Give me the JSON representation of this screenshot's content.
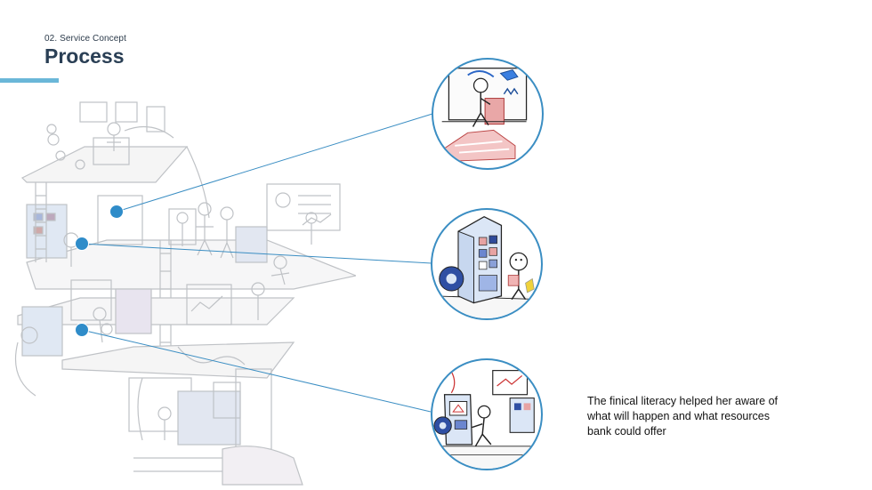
{
  "header": {
    "section_label": "02. Service Concept",
    "title": "Process"
  },
  "caption": {
    "text": "The finical literacy helped her aware of what will happen and what resources bank could offer"
  },
  "colors": {
    "accent": "#6ab7d8",
    "connector": "#3b8ec3",
    "hotspot": "#2f8cc9",
    "title": "#2a3f55"
  },
  "hotspots": [
    {
      "name": "hotspot-1",
      "icon": "dot"
    },
    {
      "name": "hotspot-2",
      "icon": "dot"
    },
    {
      "name": "hotspot-3",
      "icon": "dot"
    }
  ]
}
